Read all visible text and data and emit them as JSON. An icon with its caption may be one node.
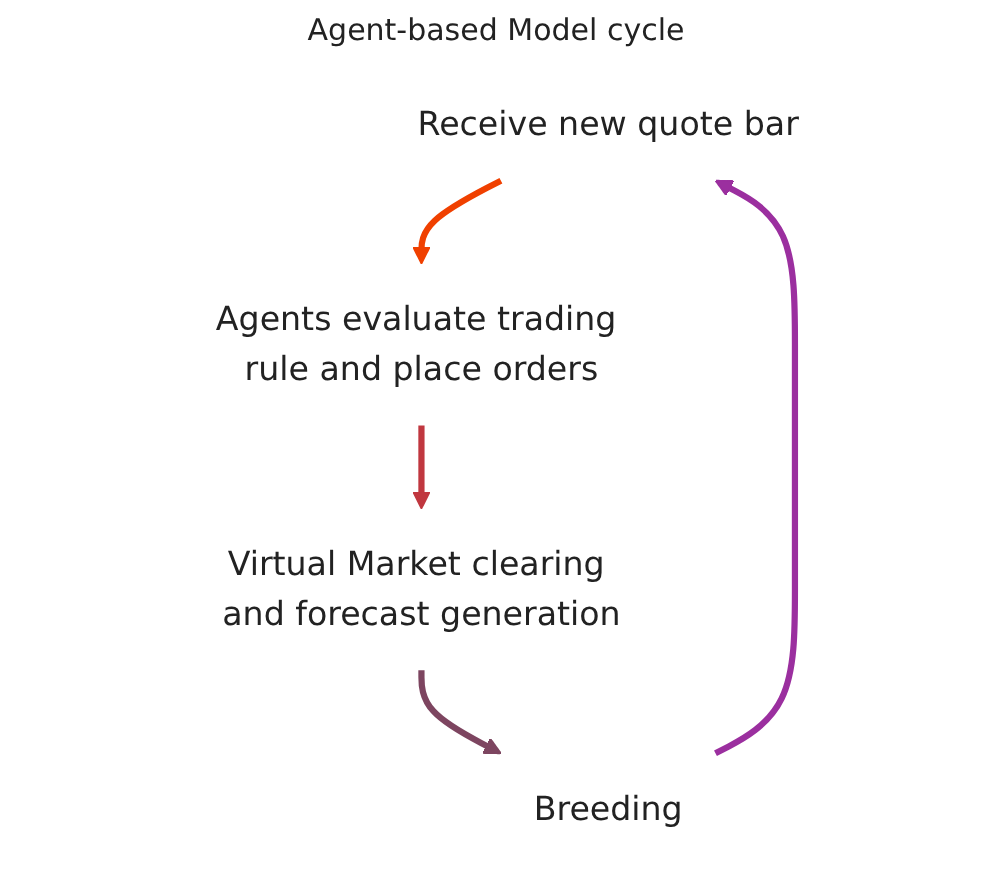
{
  "diagram": {
    "nodes": [
      {
        "text": [
          "Receive new quote bar"
        ]
      },
      {
        "text": [
          "Agents evaluate trading rule and place orders"
        ]
      },
      {
        "text": [
          "Virtual Market clearing and forecast generation"
        ]
      },
      {
        "text": [
          "Breeding"
        ]
      }
    ],
    "edges": [
      {
        "from": 0,
        "to": 1,
        "arrow": "to",
        "color": "#f04000"
      },
      {
        "from": 1,
        "to": 2,
        "arrow": "to",
        "color": "#c0373f"
      },
      {
        "from": 2,
        "to": 3,
        "arrow": "to",
        "color": "#7d4560"
      },
      {
        "from": 3,
        "to": 0,
        "arrow": "to",
        "color": "#9b2f9f"
      }
    ],
    "labels": [
      "Agent-based Model cycle"
    ]
  }
}
